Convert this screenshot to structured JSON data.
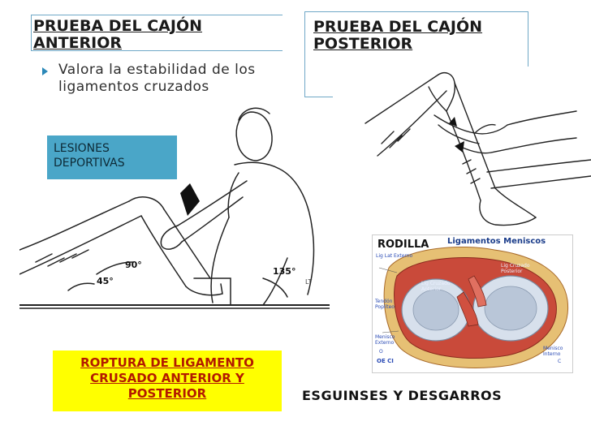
{
  "title_left": {
    "line1": "PRUEBA DEL CAJÓN",
    "line2": "ANTERIOR"
  },
  "title_right": {
    "line1": "PRUEBA DEL CAJÓN",
    "line2": "POSTERIOR"
  },
  "bullet": {
    "text": "Valora la estabilidad de los ligamentos cruzados"
  },
  "lesiones_box": {
    "line1": "LESIONES",
    "line2": "DEPORTIVAS"
  },
  "illustration_left": {
    "angle_90": "90°",
    "angle_45": "45°",
    "angle_135": "135°",
    "signature": "LT"
  },
  "knee": {
    "title": "RODILLA",
    "heading": "Ligamentos Meniscos",
    "lig_lat_externo": "Lig Lat Externo",
    "lig_cruzado_posterior": "Lig Cruzado Posterior",
    "lig_cruzado_anterior": "Lig Cruzado Anterior",
    "tendon_popliteo": "Tendón Poplíteo",
    "menisco_externo": "Menisco Externo",
    "menisco_interno": "Menisco Interno",
    "oe_ci": "OE CI",
    "lig_label_2": "O",
    "lig_label_3": "C"
  },
  "yellow_box": {
    "text": "ROPTURA DE LIGAMENTO CRUSADO ANTERIOR Y POSTERIOR"
  },
  "bottom_caption": "ESGUINSES Y DESGARROS",
  "colors": {
    "accent_blue": "#4aa6c8",
    "border_blue": "#6fa8c7",
    "yellow": "#ffff00",
    "red_text": "#b31a00"
  }
}
